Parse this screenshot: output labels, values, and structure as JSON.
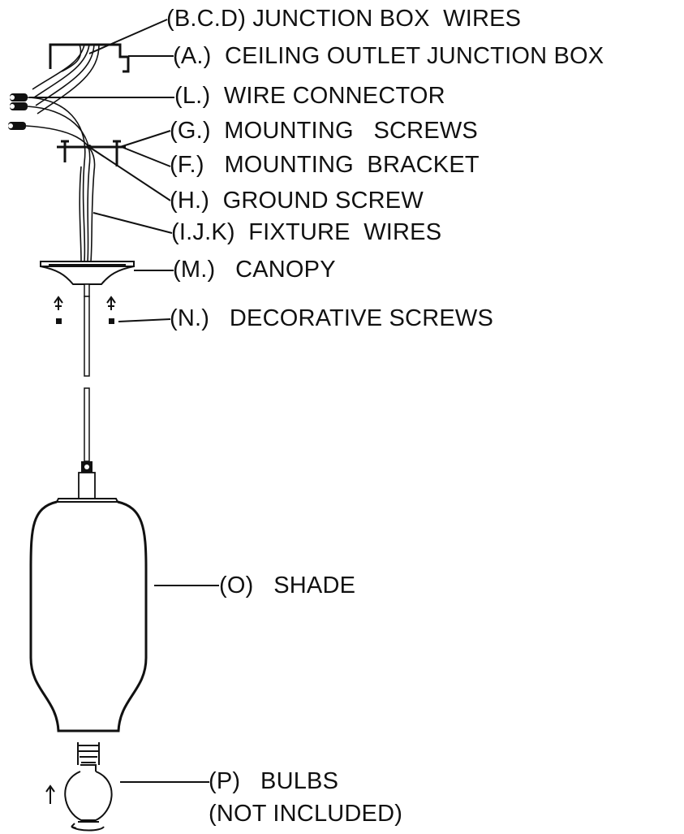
{
  "callouts": {
    "junction_box_wires": "(B.C.D) JUNCTION BOX  WIRES",
    "ceiling_outlet_junction_box": "(A.)  CEILING OUTLET JUNCTION BOX",
    "wire_connector": "(L.)  WIRE CONNECTOR",
    "mounting_screws": "(G.)  MOUNTING   SCREWS",
    "mounting_bracket": "(F.)   MOUNTING  BRACKET",
    "ground_screw": "(H.)  GROUND SCREW",
    "fixture_wires": "(I.J.K)  FIXTURE  WIRES",
    "canopy": "(M.)   CANOPY",
    "decorative_screws": "(N.)   DECORATIVE SCREWS",
    "shade": "(O)   SHADE",
    "bulbs": "(P)   BULBS",
    "bulbs_note": "(NOT INCLUDED)"
  },
  "colors": {
    "ink": "#111111",
    "background": "#ffffff"
  }
}
